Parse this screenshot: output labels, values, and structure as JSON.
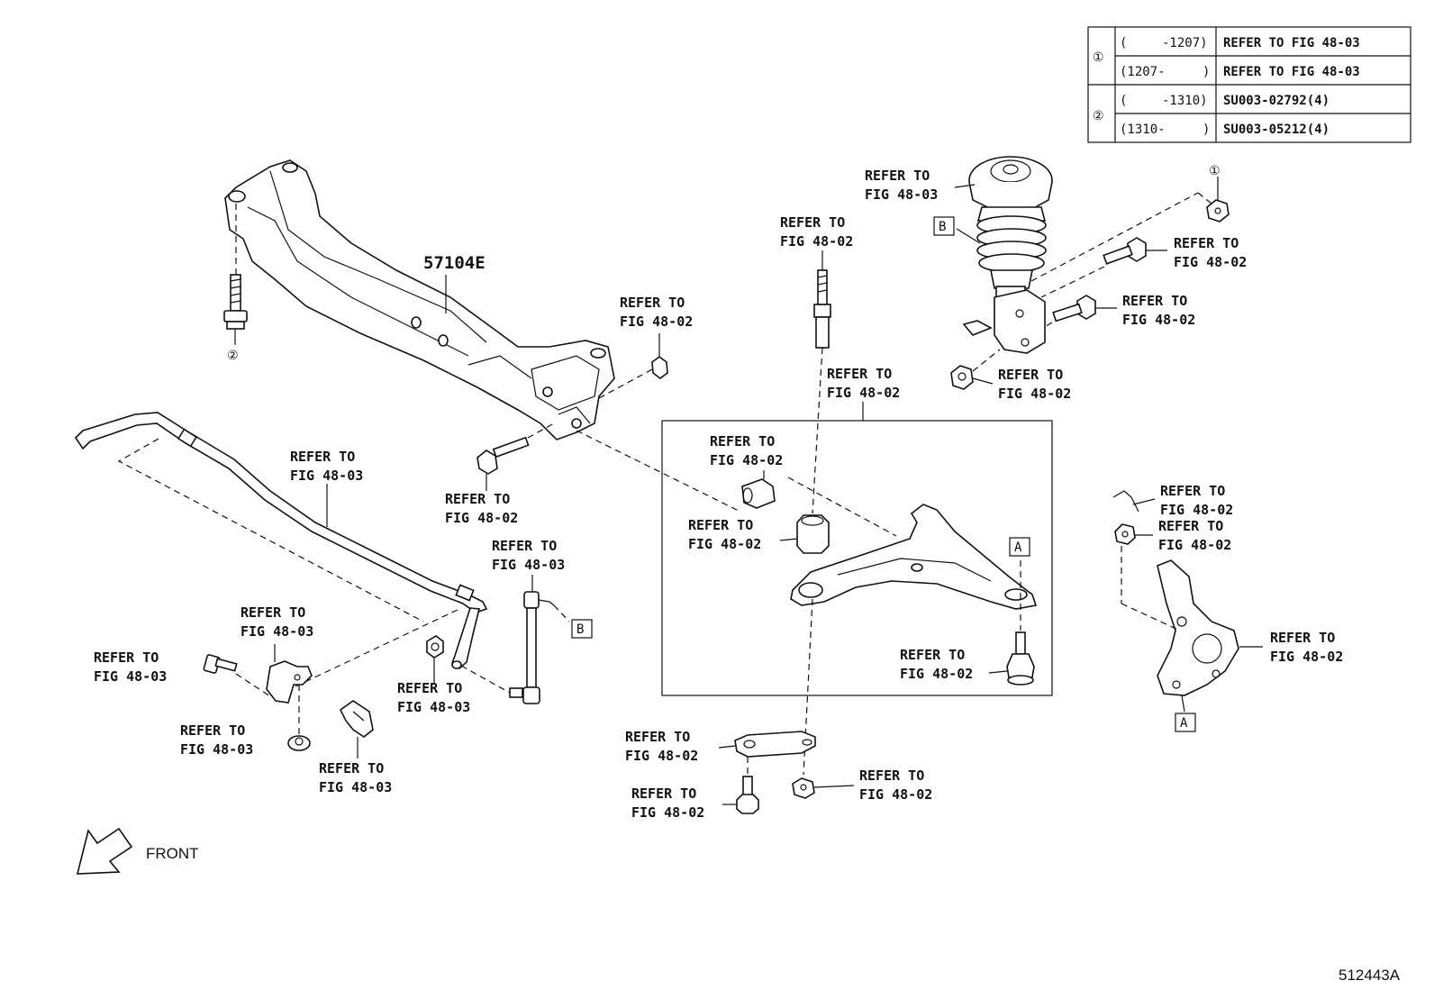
{
  "diagram": {
    "part_label_frame": "57104E",
    "footer_code": "512443A",
    "front_label": "FRONT",
    "refer": {
      "r_strut_top": [
        "REFER TO",
        "FIG 48-03"
      ],
      "r_stud_top": [
        "REFER TO",
        "FIG 48-02"
      ],
      "r_frame_nut": [
        "REFER TO",
        "FIG 48-02"
      ],
      "r_frame_bolt": [
        "REFER TO",
        "FIG 48-02"
      ],
      "r_stab_bar": [
        "REFER TO",
        "FIG 48-03"
      ],
      "r_link": [
        "REFER TO",
        "FIG 48-03"
      ],
      "r_bracket": [
        "REFER TO",
        "FIG 48-03"
      ],
      "r_bracket_bolt": [
        "REFER TO",
        "FIG 48-03"
      ],
      "r_bracket_nut": [
        "REFER TO",
        "FIG 48-03"
      ],
      "r_bushing": [
        "REFER TO",
        "FIG 48-03"
      ],
      "r_stab_nut": [
        "REFER TO",
        "FIG 48-03"
      ],
      "r_strut_bolt1": [
        "REFER TO",
        "FIG 48-02"
      ],
      "r_strut_bolt2": [
        "REFER TO",
        "FIG 48-02"
      ],
      "r_strut_nut": [
        "REFER TO",
        "FIG 48-02"
      ],
      "r_arm_top": [
        "REFER TO",
        "FIG 48-02"
      ],
      "r_arm_bushing": [
        "REFER TO",
        "FIG 48-02"
      ],
      "r_arm_bushing2": [
        "REFER TO",
        "FIG 48-02"
      ],
      "r_balljoint": [
        "REFER TO",
        "FIG 48-02"
      ],
      "r_plate": [
        "REFER TO",
        "FIG 48-02"
      ],
      "r_plate_bolt": [
        "REFER TO",
        "FIG 48-02"
      ],
      "r_plate_nut": [
        "REFER TO",
        "FIG 48-02"
      ],
      "r_pin": [
        "REFER TO",
        "FIG 48-02"
      ],
      "r_knuckle_nut": [
        "REFER TO",
        "FIG 48-02"
      ],
      "r_knuckle": [
        "REFER TO",
        "FIG 48-02"
      ]
    },
    "markers": {
      "A": "A",
      "B": "B",
      "one": "①",
      "two": "②"
    }
  },
  "table": {
    "rows": [
      {
        "group": "①",
        "range": [
          "(",
          "-1207)"
        ],
        "ref": "REFER TO FIG 48-03"
      },
      {
        "group": "",
        "range": [
          "(1207-",
          ")"
        ],
        "ref": "REFER TO FIG 48-03"
      },
      {
        "group": "②",
        "range": [
          "(",
          "-1310)"
        ],
        "ref": "SU003-02792(4)"
      },
      {
        "group": "",
        "range": [
          "(1310-",
          ")"
        ],
        "ref": "SU003-05212(4)"
      }
    ]
  }
}
